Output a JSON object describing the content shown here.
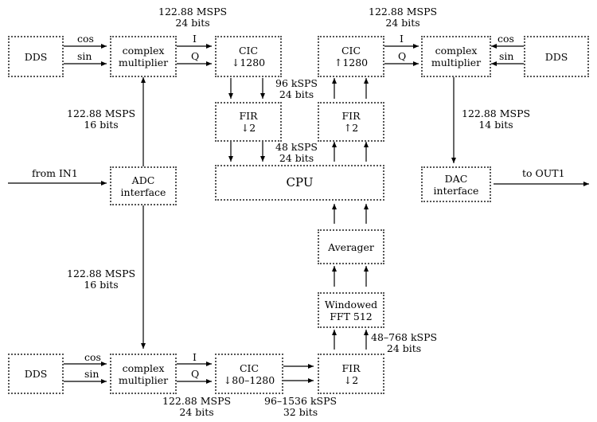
{
  "blocks": {
    "dds_top_left": "DDS",
    "cm_top_left": [
      "complex",
      "multiplier"
    ],
    "cic_down_top": [
      "CIC",
      "↓1280"
    ],
    "cic_up_top": [
      "CIC",
      "↑1280"
    ],
    "cm_top_right": [
      "complex",
      "multiplier"
    ],
    "dds_top_right": "DDS",
    "fir_down_top": [
      "FIR",
      "↓2"
    ],
    "fir_up_top": [
      "FIR",
      "↑2"
    ],
    "adc": [
      "ADC",
      "interface"
    ],
    "cpu": "CPU",
    "dac": [
      "DAC",
      "interface"
    ],
    "averager": "Averager",
    "fft": [
      "Windowed",
      "FFT 512"
    ],
    "dds_bottom": "DDS",
    "cm_bottom": [
      "complex",
      "multiplier"
    ],
    "cic_bottom": [
      "CIC",
      "↓80–1280"
    ],
    "fir_bottom": [
      "FIR",
      "↓2"
    ]
  },
  "signals": {
    "cos": "cos",
    "sin": "sin",
    "i": "I",
    "q": "Q"
  },
  "labels": {
    "rate_top_left": [
      "122.88 MSPS",
      "24 bits"
    ],
    "rate_top_right": [
      "122.88 MSPS",
      "24 bits"
    ],
    "rate_adc_up": [
      "122.88 MSPS",
      "16 bits"
    ],
    "rate_96k": [
      "96 kSPS",
      "24 bits"
    ],
    "rate_48k": [
      "48 kSPS",
      "24 bits"
    ],
    "rate_dac": [
      "122.88 MSPS",
      "14 bits"
    ],
    "rate_adc_down": [
      "122.88 MSPS",
      "16 bits"
    ],
    "rate_fft_in": [
      "48–768 kSPS",
      "24 bits"
    ],
    "rate_bottom_left": [
      "122.88 MSPS",
      "24 bits"
    ],
    "rate_bottom_mid": [
      "96–1536 kSPS",
      "32 bits"
    ],
    "from_in1": "from IN1",
    "to_out1": "to OUT1"
  },
  "colors": {
    "line": "#000000",
    "box_border": "#555555"
  }
}
